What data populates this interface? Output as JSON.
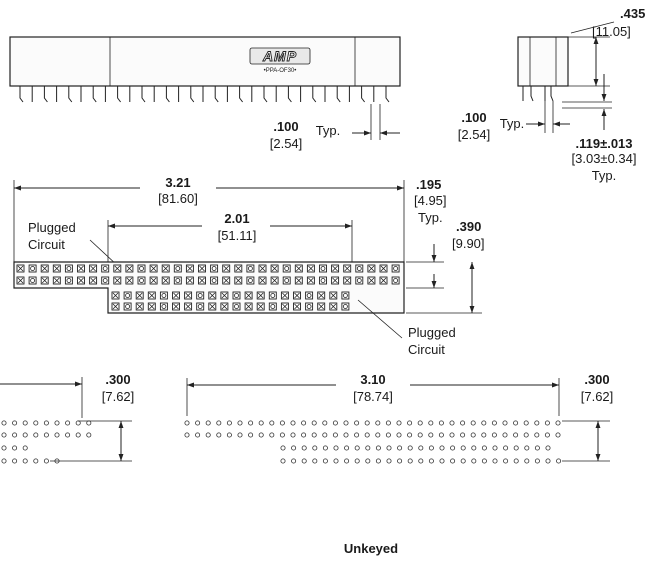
{
  "drawing": {
    "logo": {
      "brand": "AMP",
      "part_marking": "•PPA-OF30•"
    },
    "side_view": {
      "pitch_value": ".100",
      "pitch_metric": "[2.54]",
      "pitch_note": "Typ."
    },
    "end_view": {
      "height_value": ".435",
      "height_metric": "[11.05]",
      "pitch_value": ".100",
      "pitch_metric": "[2.54]",
      "pitch_note": "Typ.",
      "offset_value": ".119±.013",
      "offset_metric": "[3.03±0.34]",
      "offset_note": "Typ."
    },
    "top_view": {
      "overall_value": "3.21",
      "overall_metric": "[81.60]",
      "inner_value": "2.01",
      "inner_metric": "[51.11]",
      "edge_value": ".195",
      "edge_metric": "[4.95]",
      "edge_note": "Typ.",
      "depth_value": ".390",
      "depth_metric": "[9.90]",
      "plugged_upper": [
        "Plugged",
        "Circuit"
      ],
      "plugged_lower": [
        "Plugged",
        "Circuit"
      ]
    },
    "footprint_left": {
      "row_value": ".300",
      "row_metric": "[7.62]"
    },
    "footprint_right": {
      "span_value": "3.10",
      "span_metric": "[78.74]",
      "row_value": ".300",
      "row_metric": "[7.62]"
    },
    "caption": "Unkeyed"
  }
}
